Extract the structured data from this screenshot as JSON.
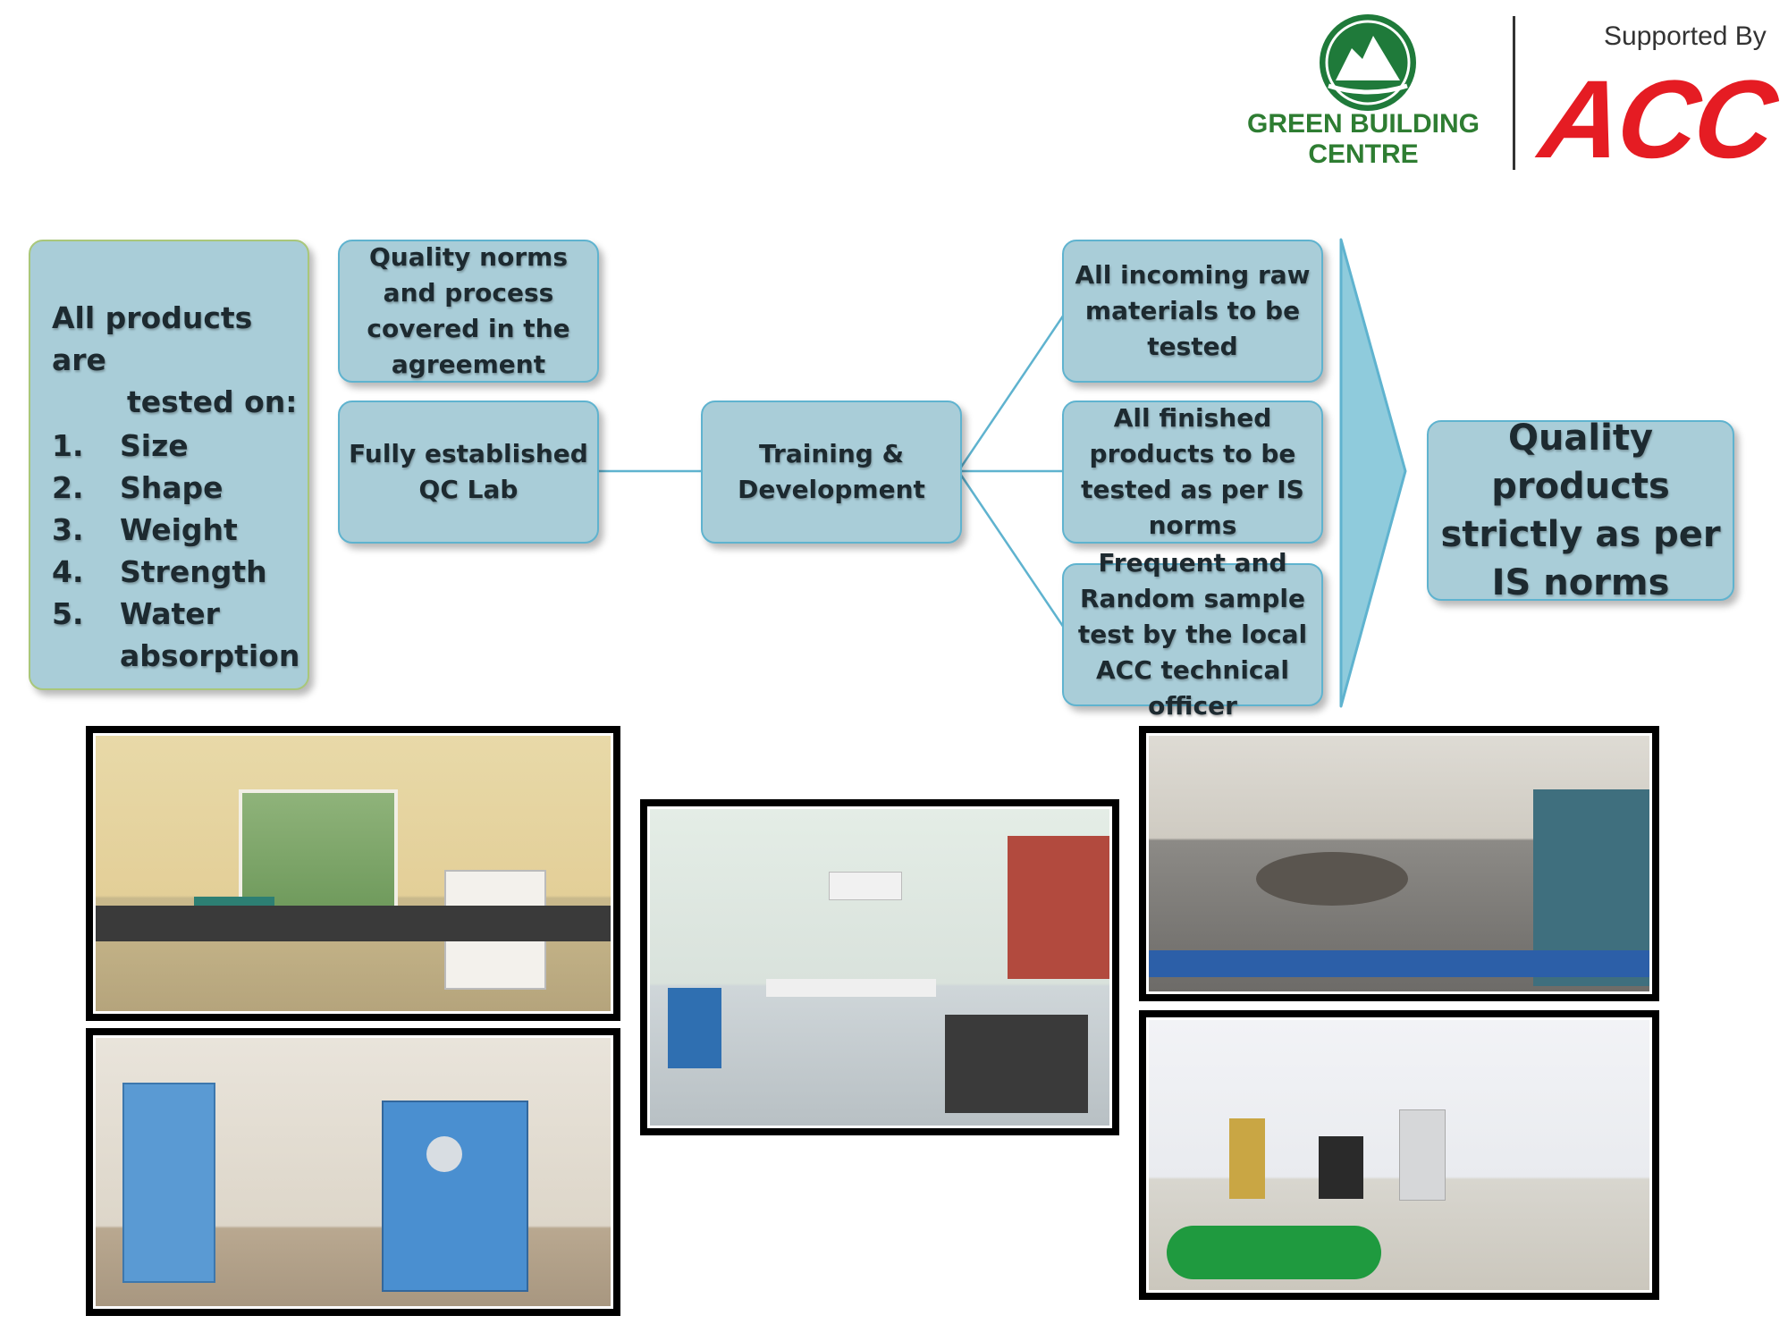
{
  "logos": {
    "gbc": {
      "line1": "GREEN BUILDING",
      "line2": "CENTRE",
      "color": "#2e7d32"
    },
    "supported_by": "Supported By",
    "acc": {
      "text": "ACC",
      "color": "#e51c23"
    }
  },
  "products_box": {
    "title_line1": "All products are",
    "title_line2": "tested on:",
    "items": [
      {
        "num": "1.",
        "label": "Size"
      },
      {
        "num": "2.",
        "label": "Shape"
      },
      {
        "num": "3.",
        "label": "Weight"
      },
      {
        "num": "4.",
        "label": "Strength"
      },
      {
        "num": "5.",
        "label": "Water absorption"
      }
    ]
  },
  "flow": {
    "quality_norms": [
      "Quality norms",
      "and process",
      "covered in the",
      "agreement"
    ],
    "qc_lab": [
      "Fully established",
      "QC Lab"
    ],
    "training": [
      "Training &",
      "Development"
    ],
    "raw_materials": [
      "All incoming raw",
      "materials to be",
      "tested"
    ],
    "finished_products": [
      "All finished",
      "products to be",
      "tested as per IS",
      "norms"
    ],
    "random_sample": [
      "Frequent and",
      "Random sample",
      "test by the local",
      "ACC technical",
      "officer"
    ],
    "outcome": [
      "Quality",
      "products",
      "strictly as per",
      "IS norms"
    ]
  },
  "colors": {
    "box_fill": "#a9cdd8",
    "box_border": "#5fb3cf",
    "chevron": "#8fcbdc"
  }
}
